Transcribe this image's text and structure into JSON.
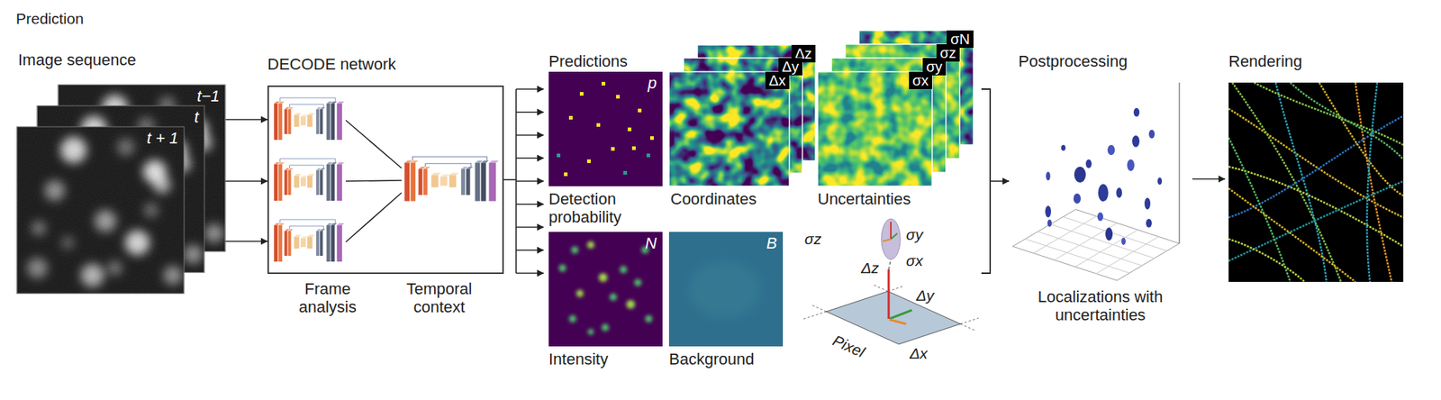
{
  "diagram": {
    "title": "Prediction",
    "nodes": [
      {
        "text": [
          "t−1"
        ]
      },
      {
        "text": [
          "t"
        ]
      },
      {
        "text": [
          "t + 1"
        ]
      },
      {
        "text": [
          "DECODE network"
        ]
      },
      {
        "text": [
          "Frame analysis"
        ],
        "in": 3
      },
      {
        "text": [
          "Temporal context"
        ],
        "in": 3
      },
      {
        "text": [
          "Predictions"
        ]
      },
      {
        "text": [
          "p",
          "Detection probability"
        ],
        "in": 6
      },
      {
        "text": [
          "Δz"
        ],
        "in": 6
      },
      {
        "text": [
          "Δy"
        ],
        "in": 6
      },
      {
        "text": [
          "Δx",
          "Coordinates"
        ],
        "in": 6
      },
      {
        "text": [
          "σN"
        ],
        "in": 6
      },
      {
        "text": [
          "σz"
        ],
        "in": 6
      },
      {
        "text": [
          "σy"
        ],
        "in": 6
      },
      {
        "text": [
          "σx",
          "Uncertainties"
        ],
        "in": 6
      },
      {
        "text": [
          "N",
          "Intensity"
        ],
        "in": 6
      },
      {
        "text": [
          "B",
          "Background"
        ],
        "in": 6
      },
      {
        "text": [
          "Postprocessing",
          "Localizations with uncertainties"
        ]
      },
      {
        "text": [
          "Rendering"
        ]
      }
    ],
    "edges": [
      {
        "from": 0,
        "to": 3,
        "arrow": "to"
      },
      {
        "from": 1,
        "to": 3,
        "arrow": "to"
      },
      {
        "from": 2,
        "to": 3,
        "arrow": "to"
      },
      {
        "from": 4,
        "to": 5,
        "arrow": "none"
      },
      {
        "from": 3,
        "to": 6,
        "arrow": "to"
      },
      {
        "from": 6,
        "to": 17,
        "arrow": "to"
      },
      {
        "from": 17,
        "to": 18,
        "arrow": "to"
      }
    ],
    "labels": [
      "Image sequence",
      "σz",
      "σy",
      "σx",
      "Δz",
      "Δy",
      "Δx",
      "Pixel"
    ]
  }
}
